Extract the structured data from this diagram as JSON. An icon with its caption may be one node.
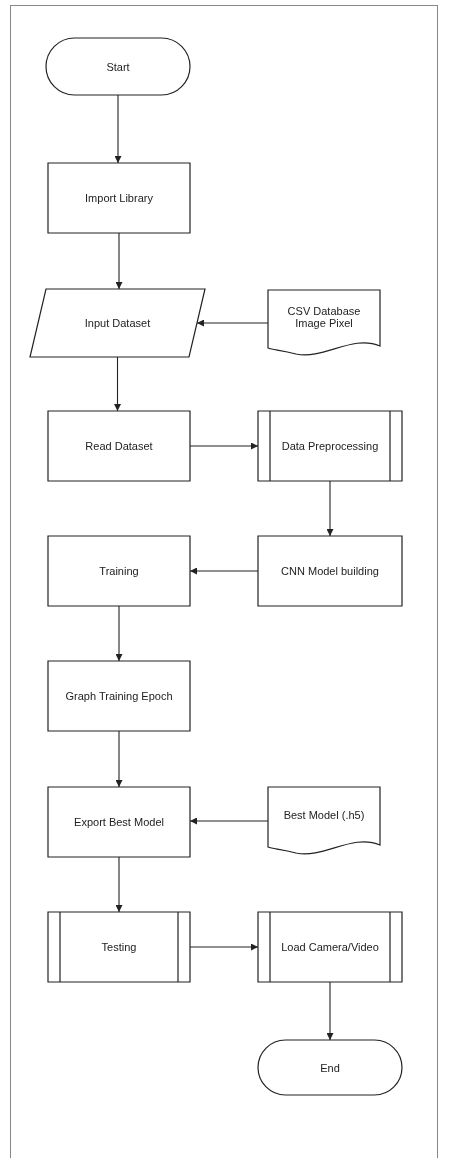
{
  "diagram": {
    "nodes": [
      {
        "text": [
          "Start"
        ]
      },
      {
        "text": [
          "Import Library"
        ]
      },
      {
        "text": [
          "Input Dataset"
        ]
      },
      {
        "text": [
          "CSV Database Image Pixel"
        ]
      },
      {
        "text": [
          "Read Dataset"
        ]
      },
      {
        "text": [
          "Data Preprocessing"
        ]
      },
      {
        "text": [
          "Training"
        ]
      },
      {
        "text": [
          "CNN Model building"
        ]
      },
      {
        "text": [
          "Graph Training Epoch"
        ]
      },
      {
        "text": [
          "Export Best Model"
        ]
      },
      {
        "text": [
          "Best Model (.h5)"
        ]
      },
      {
        "text": [
          "Testing"
        ]
      },
      {
        "text": [
          "Load Camera/Video"
        ]
      },
      {
        "text": [
          "End"
        ]
      }
    ],
    "edges": [
      {
        "from": 0,
        "to": 1,
        "arrow": "to"
      },
      {
        "from": 1,
        "to": 2,
        "arrow": "to"
      },
      {
        "from": 3,
        "to": 2,
        "arrow": "to"
      },
      {
        "from": 2,
        "to": 4,
        "arrow": "to"
      },
      {
        "from": 4,
        "to": 5,
        "arrow": "to"
      },
      {
        "from": 5,
        "to": 7,
        "arrow": "to"
      },
      {
        "from": 7,
        "to": 6,
        "arrow": "to"
      },
      {
        "from": 6,
        "to": 8,
        "arrow": "to"
      },
      {
        "from": 8,
        "to": 9,
        "arrow": "to"
      },
      {
        "from": 10,
        "to": 9,
        "arrow": "to"
      },
      {
        "from": 9,
        "to": 11,
        "arrow": "to"
      },
      {
        "from": 11,
        "to": 12,
        "arrow": "to"
      },
      {
        "from": 12,
        "to": 13,
        "arrow": "to"
      }
    ]
  }
}
